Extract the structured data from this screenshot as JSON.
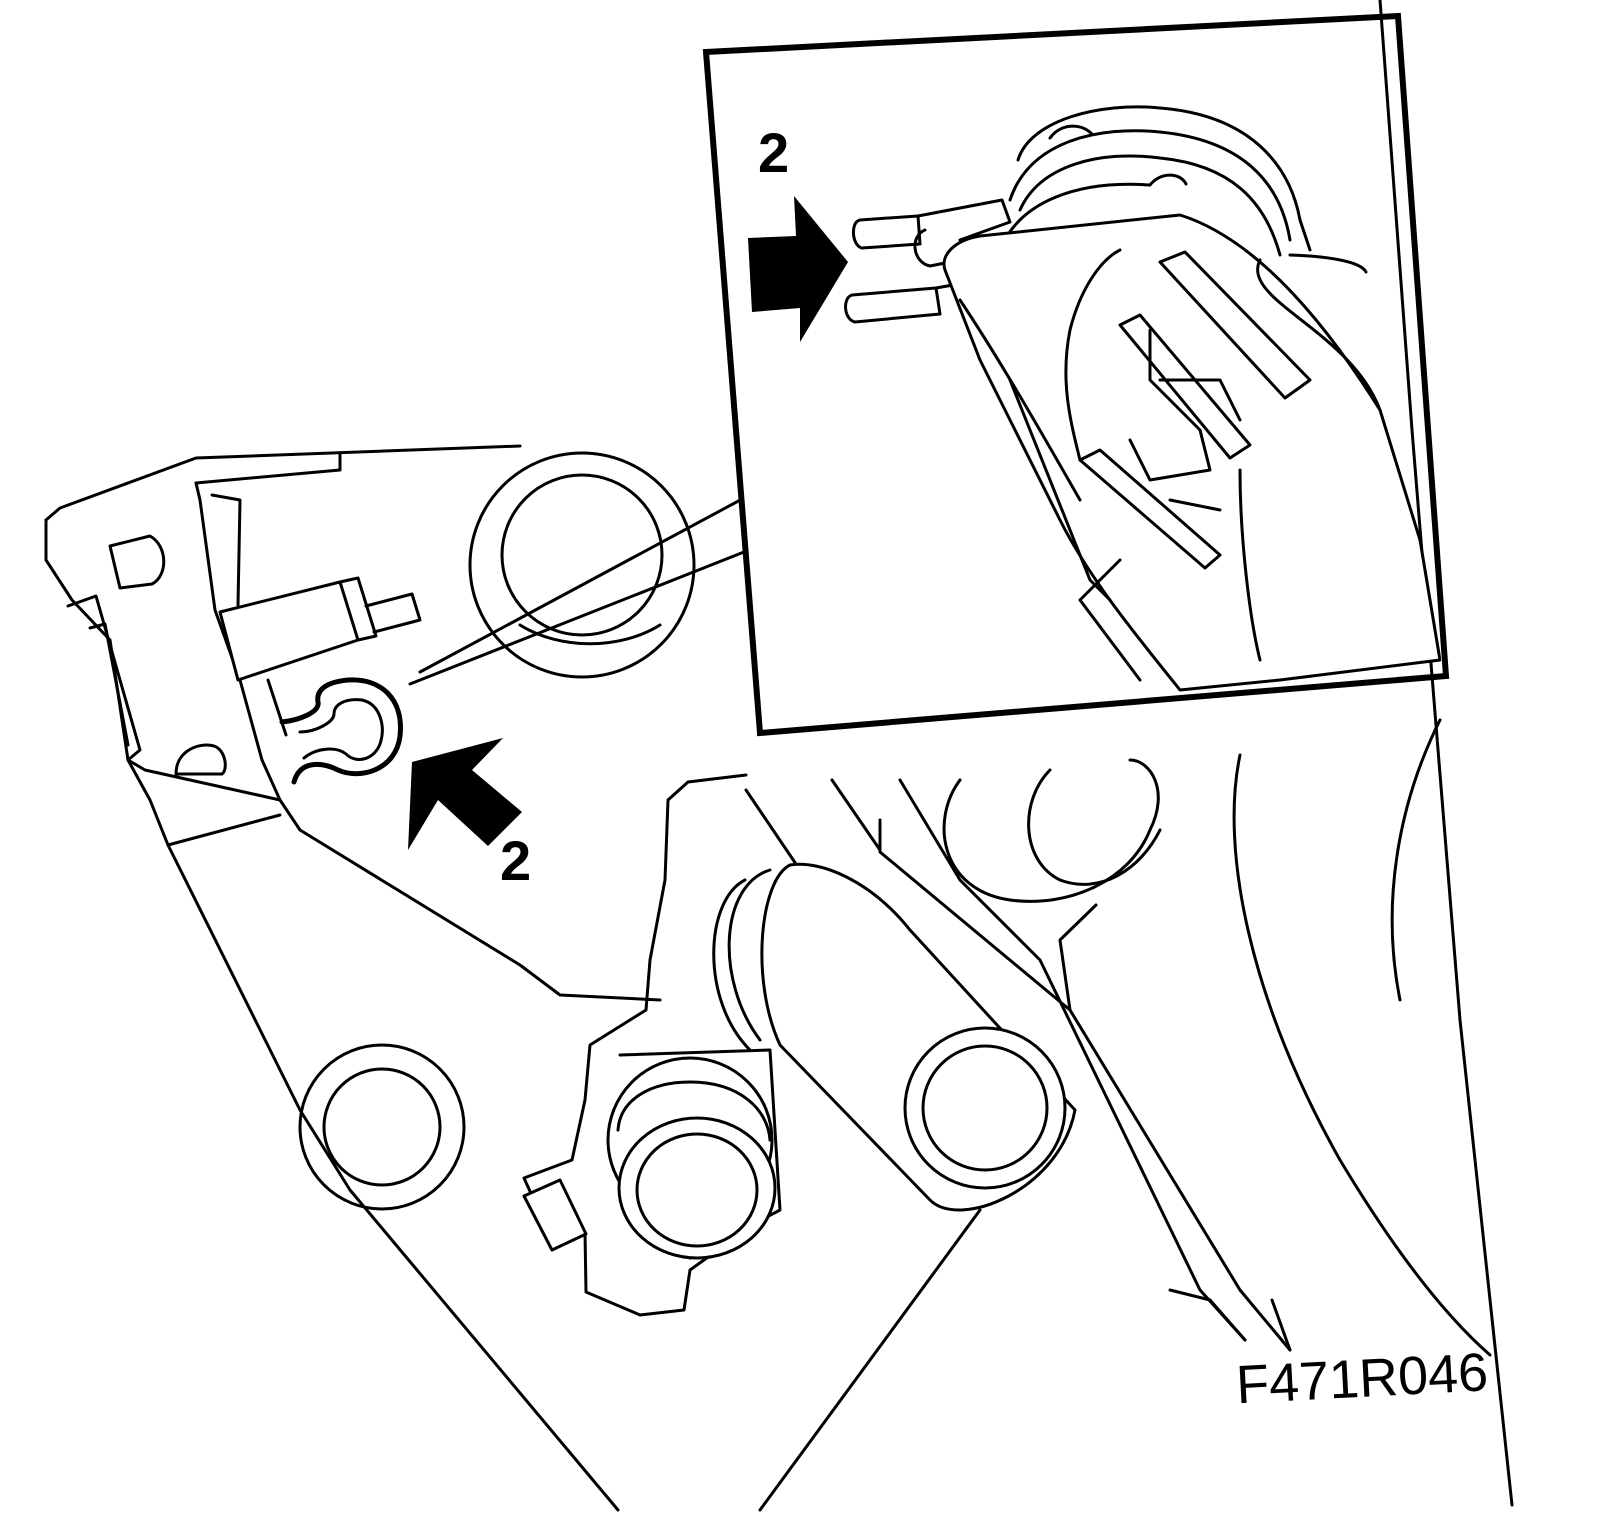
{
  "figure": {
    "callout_inset": "2",
    "callout_main": "2",
    "figure_code": "F471R046"
  },
  "colors": {
    "line": "#000000",
    "background": "#ffffff"
  },
  "icons": {
    "arrow": "solid-black-arrow"
  }
}
